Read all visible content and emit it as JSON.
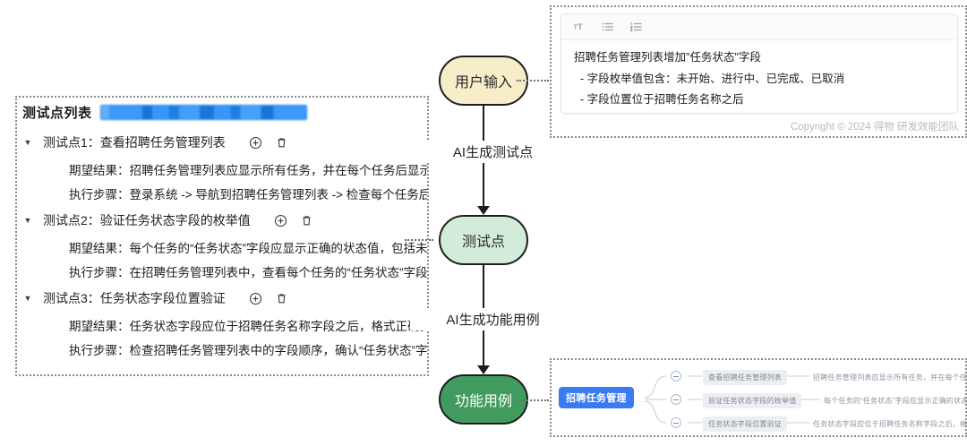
{
  "testpoint_panel": {
    "header_title": "测试点列表",
    "redacted_label": "redacted-blue-bar",
    "items": [
      {
        "title": "测试点1：查看招聘任务管理列表",
        "expected_label": "期望结果：",
        "expected": "招聘任务管理列表应显示所有任务，并在每个任务后显示",
        "steps_label": "执行步骤：",
        "steps": "登录系统 -> 导航到招聘任务管理列表 -> 检查每个任务后"
      },
      {
        "title": "测试点2：验证任务状态字段的枚举值",
        "expected_label": "期望结果：",
        "expected": "每个任务的“任务状态”字段应显示正确的状态值，包括未",
        "steps_label": "执行步骤：",
        "steps": "在招聘任务管理列表中，查看每个任务的“任务状态”字段"
      },
      {
        "title": "测试点3：任务状态字段位置验证",
        "expected_label": "期望结果：",
        "expected": "任务状态字段应位于招聘任务名称字段之后，格式正确。",
        "steps_label": "执行步骤：",
        "steps": "检查招聘任务管理列表中的字段顺序，确认“任务状态”字"
      }
    ],
    "add_icon": "circle-plus-icon",
    "delete_icon": "trash-icon",
    "caret_icon": "caret-down-icon"
  },
  "flow": {
    "nodes": [
      {
        "id": "user-input",
        "label": "用户输入",
        "fill": "#f7edc8",
        "text_color": "#2a2a2a"
      },
      {
        "id": "test-point",
        "label": "测试点",
        "fill": "#d2ecd9",
        "text_color": "#2a2a2a"
      },
      {
        "id": "function-case",
        "label": "功能用例",
        "fill": "#419b5e",
        "text_color": "#ffffff"
      }
    ],
    "edge_labels": [
      "AI生成测试点",
      "AI生成功能用例"
    ]
  },
  "input_panel": {
    "toolbar": [
      {
        "name": "font-size-icon",
        "label": "TT"
      },
      {
        "name": "bulleted-list-icon",
        "label": "无序列表"
      },
      {
        "name": "numbered-list-icon",
        "label": "有序列表"
      }
    ],
    "content_lines": [
      "招聘任务管理列表增加\"任务状态\"字段",
      "- 字段枚举值包含：未开始、进行中、已完成、已取消",
      "- 字段位置位于招聘任务名称之后"
    ],
    "copyright": "Copyright © 2024 得物 研发效能团队"
  },
  "mindmap": {
    "root": "招聘任务管理",
    "branches": [
      {
        "node": "查看招聘任务管理列表",
        "leaf": "招聘任务管理列表应显示所有任务，并在每个任务后显示"
      },
      {
        "node": "验证任务状态字段的枚举值",
        "leaf": "每个任务的“任务状态”字段应显示正确的状态值。"
      },
      {
        "node": "任务状态字段位置验证",
        "leaf": "任务状态字段应位于招聘任务名称字段之后，格式正确。"
      }
    ],
    "collapse_icon": "circle-minus-icon"
  },
  "colors": {
    "accent_blue": "#3b7bf0",
    "node_cream": "#f7edc8",
    "node_mint": "#d2ecd9",
    "node_green": "#419b5e",
    "dotted_border": "#8a8a8a"
  }
}
